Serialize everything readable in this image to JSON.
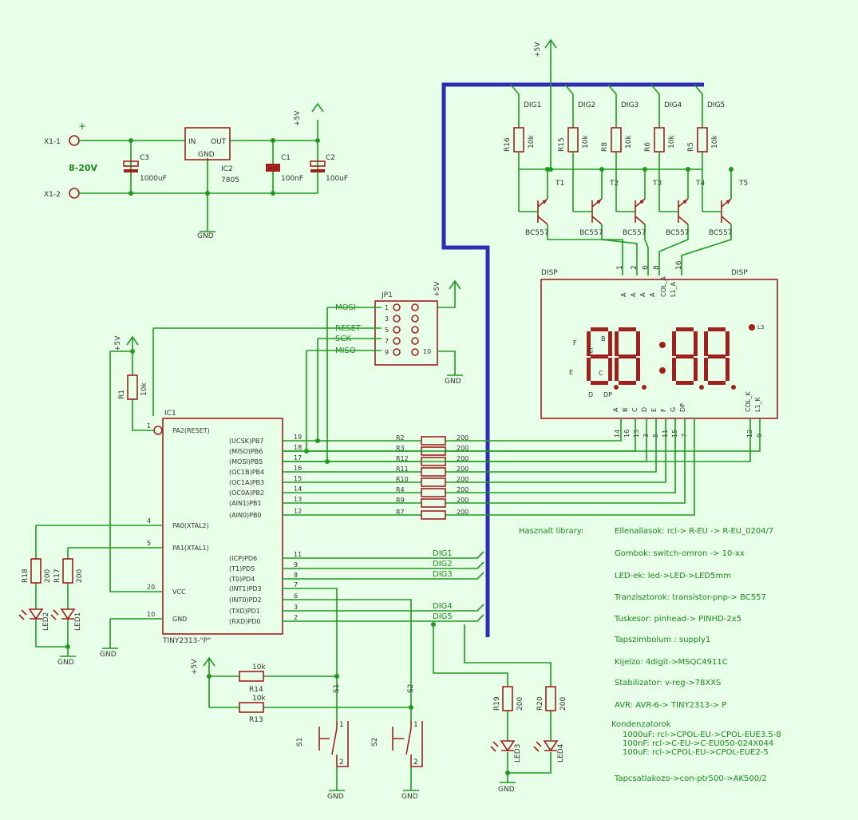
{
  "power": {
    "x1_1": "X1-1",
    "x1_2": "X1-2",
    "voltage": "8-20V",
    "c3": "C3",
    "c3v": "1000uF",
    "ic2_in": "IN",
    "ic2_out": "OUT",
    "ic2_gnd": "GND",
    "ic2": "IC2",
    "ic2_type": "7805",
    "c1": "C1",
    "c1v": "100nF",
    "c2": "C2",
    "c2v": "100uF",
    "plus5v": "+5V",
    "gnd": "GND",
    "plus": "+"
  },
  "digits": {
    "labels": [
      "DIG1",
      "DIG2",
      "DIG3",
      "DIG4",
      "DIG5"
    ],
    "res_names": [
      "R16",
      "R15",
      "R8",
      "R6",
      "R5"
    ],
    "res_value": "10k",
    "trans_names": [
      "T1",
      "T2",
      "T3",
      "T4",
      "T5"
    ],
    "trans_type": "BC557"
  },
  "display": {
    "label_left": "DISP",
    "label_right": "DISP",
    "top_pins": [
      "A",
      "A",
      "A",
      "A",
      "COL_A",
      "L1_A"
    ],
    "seg_labels": [
      "F",
      "G",
      "B",
      "E",
      "C",
      "D",
      "DP",
      "L3"
    ],
    "bottom_pins": [
      "A",
      "B",
      "C",
      "D",
      "E",
      "F",
      "G",
      "DP",
      "COL_K",
      "L1_K"
    ],
    "header_nums": [
      "1",
      "2",
      "6",
      "8",
      "16"
    ],
    "pin_nums": [
      "14",
      "16",
      "13",
      "3",
      "5",
      "11",
      "15",
      "7",
      "12",
      "9"
    ]
  },
  "isp": {
    "name": "JP1",
    "signals": [
      "MOSI",
      "RESET",
      "SCK",
      "MISO"
    ],
    "pin_left": [
      "1",
      "3",
      "5",
      "7",
      "9"
    ],
    "pin_right": "10"
  },
  "mcu": {
    "name": "IC1",
    "part": "TINY2313-\"P\"",
    "left_pins": [
      "PA2(RESET)",
      "PA0(XTAL2)",
      "PA1(XTAL1)",
      "VCC",
      "GND"
    ],
    "left_nums": [
      "1",
      "4",
      "5",
      "20",
      "10"
    ],
    "right_pins": [
      "(UCSK)PB7",
      "(MISO)PB6",
      "(MOSI)PB5",
      "(OC1B)PB4",
      "(OC1A)PB3",
      "(OC0A)PB2",
      "(AIN1)PB1",
      "(AIN0)PB0",
      "(ICP)PD6",
      "(T1)PD5",
      "(T0)PD4",
      "(INT1)PD3",
      "(INT0)PD2",
      "(TXD)PD1",
      "(RXD)PD0"
    ],
    "right_nums": [
      "19",
      "18",
      "17",
      "16",
      "15",
      "14",
      "13",
      "12",
      "11",
      "9",
      "8",
      "7",
      "6",
      "3",
      "2"
    ]
  },
  "seg_res": {
    "names": [
      "R2",
      "R3",
      "R12",
      "R11",
      "R10",
      "R4",
      "R9",
      "R7"
    ],
    "value": "200"
  },
  "dig_out": [
    "DIG1",
    "DIG2",
    "DIG3",
    "DIG4",
    "DIG5"
  ],
  "left_parts": {
    "r1": "R1",
    "r1v": "10k",
    "r18": "R18",
    "r17": "R17",
    "rv": "200",
    "led2": "LED2",
    "led1": "LED1",
    "gnd": "GND"
  },
  "buttons": {
    "r14": "R14",
    "r13": "R13",
    "rv": "10k",
    "s1": "S1",
    "s2": "S2",
    "pin1": "1",
    "pin2": "2",
    "gnd": "GND"
  },
  "leds_right": {
    "r19": "R19",
    "r20": "R20",
    "rv": "200",
    "led3": "LED3",
    "led4": "LED4",
    "gnd": "GND"
  },
  "notes": {
    "title": "Hasznalt library:",
    "lines": [
      "Ellenallasok: rcl-> R-EU -> R-EU_0204/7",
      "Gombok: switch-omron -> 10-xx",
      "LED-ek: led->LED->LED5mm",
      "Tranzisztorok: transistor-pnp-> BC557",
      "Tuskesor: pinhead-> PINHD-2x5",
      "Tapszimbolum : supply1",
      "Kijelzo: 4digit->MSQC4911C",
      "Stabilizator: v-reg->78XXS",
      "AVR: AVR-6-> TINY2313-> P"
    ],
    "cond_title": "Kondenzatorok",
    "cond_lines": [
      "1000uF: rcl->CPOL-EU->CPOL-EUE3.5-8",
      "100nF: rcl->C-EU->C-EU050-024X044",
      "100uF: rcl->CPOL-EU->CPOL-EUE2-5"
    ],
    "last": "Tapcsatlakozo->con-ptr500->AK500/2"
  }
}
